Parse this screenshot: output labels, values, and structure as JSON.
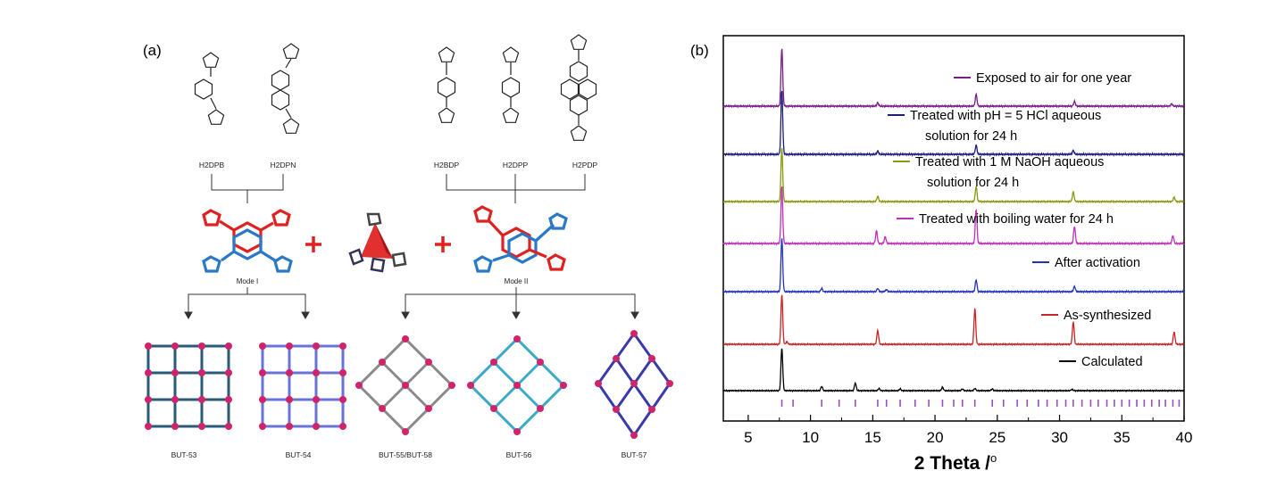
{
  "panel_a": {
    "label": "(a)",
    "ligands": [
      "H2DPB",
      "H2DPN",
      "H2BDP",
      "H2DPP",
      "H2PDP"
    ],
    "modes": [
      "Mode I",
      "Mode II"
    ],
    "frameworks": [
      "BUT-53",
      "BUT-54",
      "BUT-55/BUT-58",
      "BUT-56",
      "BUT-57"
    ]
  },
  "panel_b": {
    "label": "(b)",
    "xlabel": "2 Theta /",
    "xlabel_unit": "o"
  },
  "colors": {
    "calculated": "#000000",
    "as_synthesized": "#cc2222",
    "after_activation": "#2233bb",
    "boiling_water": "#c030b8",
    "naoh": "#8a9a10",
    "hcl": "#1a1f7a",
    "air": "#7a1a8a",
    "ticks": "#9a4fc0"
  },
  "chart_data": {
    "type": "line",
    "xlabel": "2 Theta /o",
    "ylabel": "",
    "xlim": [
      3,
      40
    ],
    "xticks": [
      5,
      10,
      15,
      20,
      25,
      30,
      35,
      40
    ],
    "series": [
      {
        "name": "Calculated",
        "peaks": [
          [
            7.7,
            1.0
          ],
          [
            10.9,
            0.1
          ],
          [
            13.6,
            0.18
          ],
          [
            15.5,
            0.05
          ],
          [
            17.2,
            0.04
          ],
          [
            20.6,
            0.08
          ],
          [
            22.2,
            0.04
          ],
          [
            23.2,
            0.05
          ],
          [
            24.6,
            0.04
          ],
          [
            31.0,
            0.03
          ]
        ]
      },
      {
        "name": "As-synthesized",
        "peaks": [
          [
            7.7,
            1.0
          ],
          [
            8.1,
            0.05
          ],
          [
            15.4,
            0.28
          ],
          [
            23.2,
            0.72
          ],
          [
            31.1,
            0.45
          ],
          [
            39.2,
            0.25
          ]
        ]
      },
      {
        "name": "After activation",
        "peaks": [
          [
            7.7,
            1.0
          ],
          [
            10.9,
            0.06
          ],
          [
            15.4,
            0.06
          ],
          [
            16.1,
            0.04
          ],
          [
            23.3,
            0.22
          ],
          [
            31.2,
            0.1
          ]
        ]
      },
      {
        "name": "Treated with boiling water for 24 h",
        "peaks": [
          [
            7.7,
            1.0
          ],
          [
            15.3,
            0.22
          ],
          [
            16.0,
            0.12
          ],
          [
            23.3,
            0.6
          ],
          [
            31.2,
            0.3
          ],
          [
            39.1,
            0.14
          ]
        ]
      },
      {
        "name": "Treated with 1 M NaOH aqueous solution for 24 h",
        "peaks": [
          [
            7.7,
            1.0
          ],
          [
            15.4,
            0.1
          ],
          [
            23.3,
            0.28
          ],
          [
            31.1,
            0.18
          ],
          [
            39.2,
            0.08
          ]
        ]
      },
      {
        "name": "Treated with pH = 5 HCl aqueous solution for 24 h",
        "peaks": [
          [
            7.7,
            1.0
          ],
          [
            15.4,
            0.05
          ],
          [
            23.3,
            0.14
          ],
          [
            31.1,
            0.06
          ]
        ]
      },
      {
        "name": "Exposed to air for one year",
        "peaks": [
          [
            7.7,
            1.0
          ],
          [
            15.4,
            0.06
          ],
          [
            23.3,
            0.2
          ],
          [
            31.2,
            0.08
          ],
          [
            39.0,
            0.04
          ]
        ]
      }
    ],
    "legend_entries": [
      "Exposed to air for one year",
      "Treated with pH = 5 HCl aqueous",
      "solution for 24 h",
      "Treated with 1 M NaOH aqueous",
      "solution for 24 h",
      "Treated with boiling water for 24 h",
      "After activation",
      "As-synthesized",
      "Calculated"
    ],
    "reflection_ticks": [
      7.7,
      8.6,
      10.9,
      12.3,
      13.6,
      15.4,
      16.1,
      17.2,
      18.4,
      19.5,
      20.6,
      21.5,
      22.2,
      23.2,
      24.6,
      25.5,
      26.6,
      27.4,
      28.3,
      29.0,
      29.8,
      30.5,
      31.1,
      31.8,
      32.5,
      33.1,
      33.8,
      34.4,
      35.0,
      35.6,
      36.2,
      36.8,
      37.4,
      38.0,
      38.5,
      39.1,
      39.6
    ]
  }
}
